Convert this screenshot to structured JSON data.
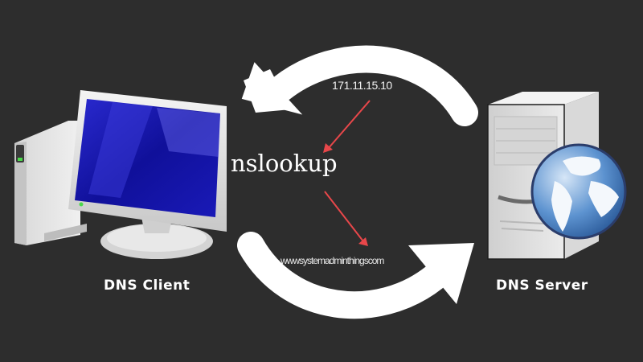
{
  "diagram": {
    "type": "dns-lookup-flow",
    "background_color": "#2d2d2d",
    "command": "nslookup",
    "client": {
      "label": "DNS Client",
      "icon": "desktop-computer-icon"
    },
    "server": {
      "label": "DNS Server",
      "icon": "server-globe-icon"
    },
    "response": {
      "value": "171.11.15.10",
      "direction": "server-to-client"
    },
    "query": {
      "value": "www.systemadminthings.com",
      "displayed": "wwwsystemadminthingscom",
      "direction": "client-to-server"
    },
    "colors": {
      "arrow": "#ffffff",
      "pointer": "#e8474a",
      "screen": "#1a1aa8",
      "globe": "#4b86c8"
    }
  }
}
